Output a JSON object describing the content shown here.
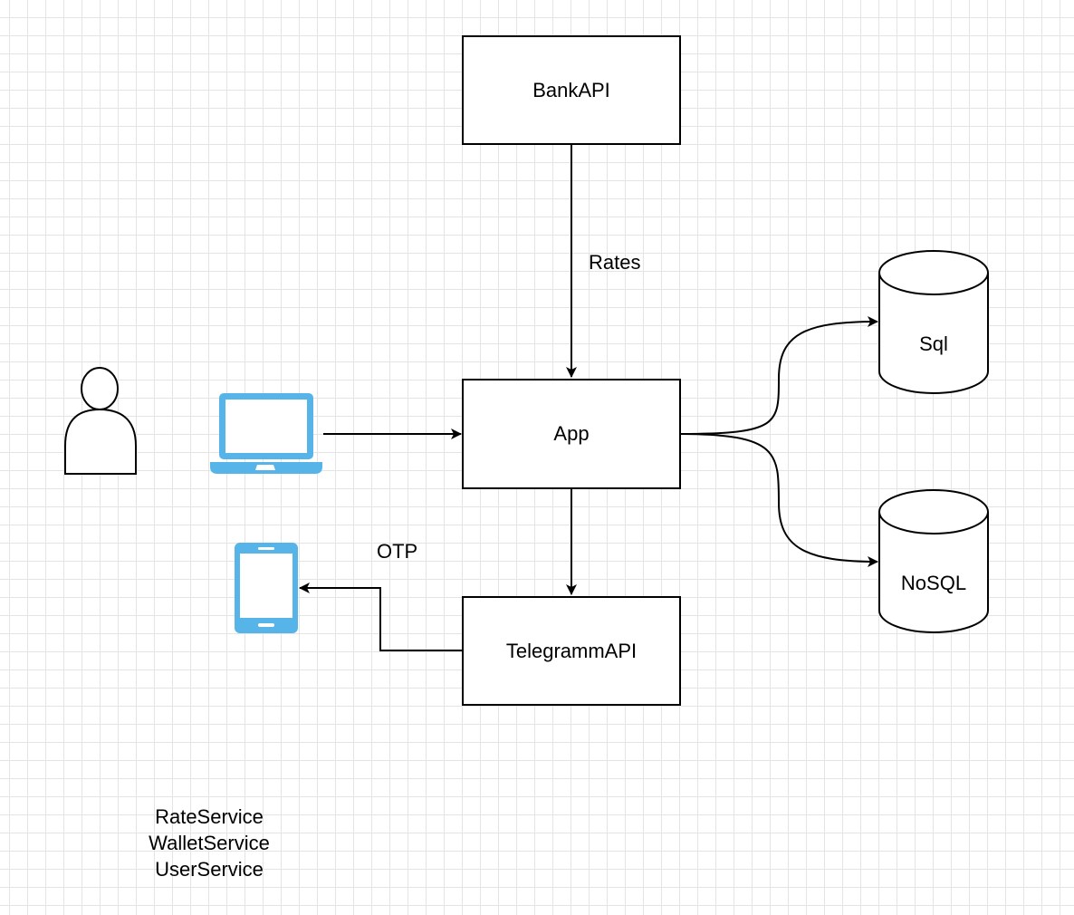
{
  "nodes": {
    "bank_api": "BankAPI",
    "app": "App",
    "telegram_api": "TelegrammAPI",
    "sql": "Sql",
    "nosql": "NoSQL"
  },
  "edges": {
    "bank_to_app": "Rates",
    "telegram_to_phone": "OTP"
  },
  "notes": [
    "RateService",
    "WalletService",
    "UserService"
  ],
  "colors": {
    "device": "#56B4E9",
    "stroke": "#000000"
  },
  "icons": {
    "user": "person-icon",
    "laptop": "laptop-icon",
    "phone": "smartphone-icon"
  }
}
